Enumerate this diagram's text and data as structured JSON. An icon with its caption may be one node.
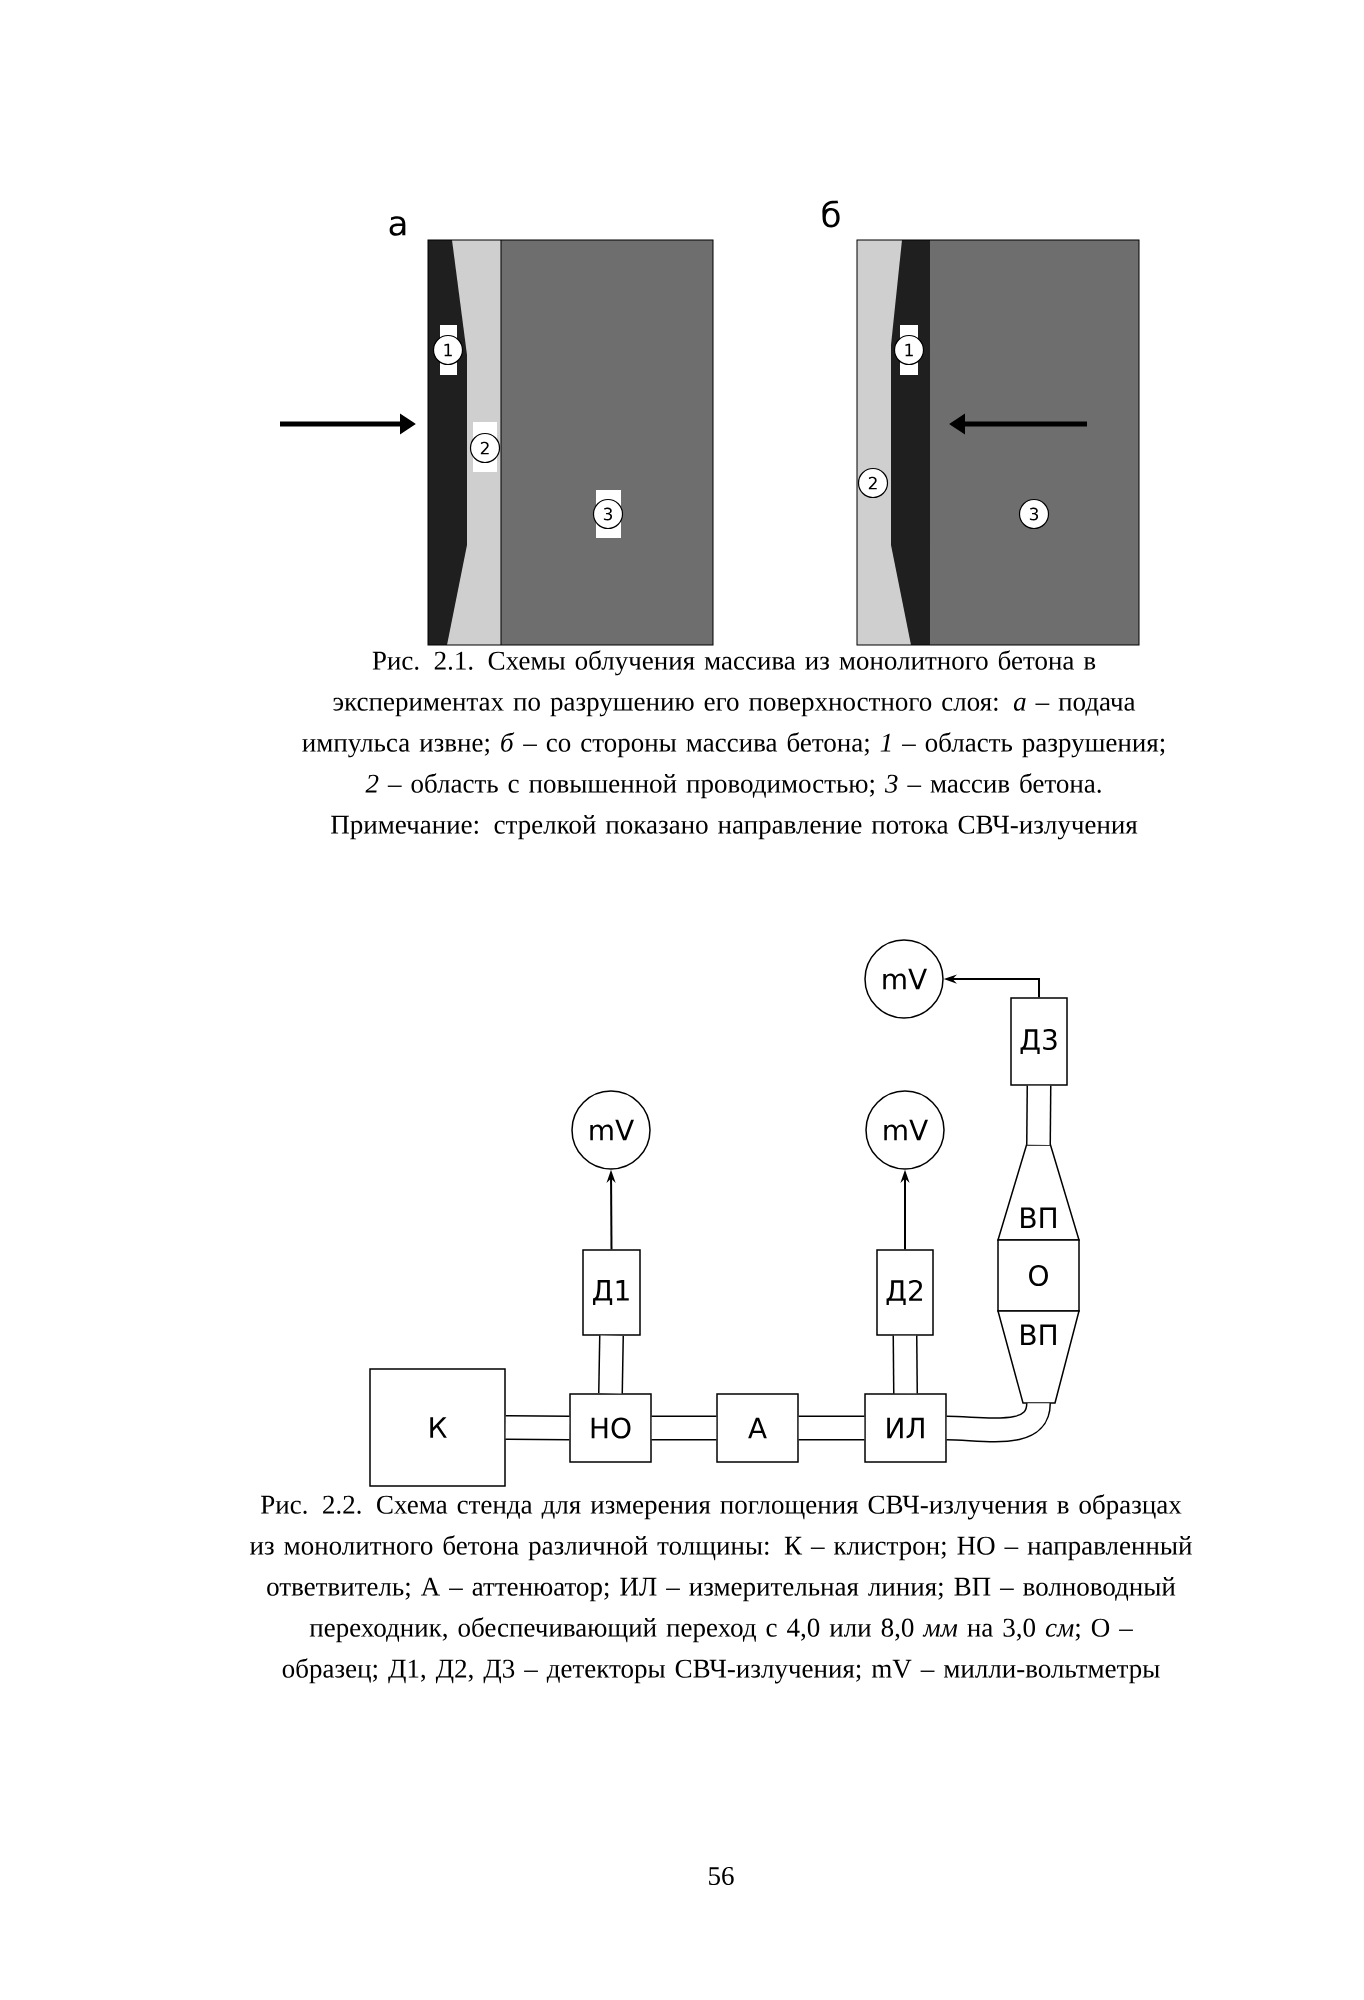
{
  "diagram": {
    "nodes": [
      {
        "text": [
          "1"
        ]
      },
      {
        "text": [
          "2"
        ]
      },
      {
        "text": [
          "3"
        ]
      },
      {
        "text": [
          "1"
        ]
      },
      {
        "text": [
          "2"
        ]
      },
      {
        "text": [
          "3"
        ]
      },
      {
        "text": [
          "mV"
        ]
      },
      {
        "text": [
          "Д3"
        ]
      },
      {
        "text": [
          "mV"
        ]
      },
      {
        "text": [
          "mV"
        ]
      },
      {
        "text": [
          "ВП"
        ]
      },
      {
        "text": [
          "О"
        ]
      },
      {
        "text": [
          "Д1"
        ]
      },
      {
        "text": [
          "Д2"
        ]
      },
      {
        "text": [
          "ВП"
        ]
      },
      {
        "text": [
          "К"
        ]
      },
      {
        "text": [
          "НО"
        ]
      },
      {
        "text": [
          "А"
        ]
      },
      {
        "text": [
          "ИЛ"
        ]
      }
    ],
    "edges": [
      {
        "from": 15,
        "to": 16,
        "arrow": "none"
      },
      {
        "from": 16,
        "to": 17,
        "arrow": "none"
      },
      {
        "from": 17,
        "to": 18,
        "arrow": "none"
      },
      {
        "from": 16,
        "to": 12,
        "arrow": "none"
      },
      {
        "from": 12,
        "to": 8,
        "arrow": "to"
      },
      {
        "from": 18,
        "to": 13,
        "arrow": "none"
      },
      {
        "from": 13,
        "to": 9,
        "arrow": "to"
      },
      {
        "from": 18,
        "to": 14,
        "arrow": "none"
      },
      {
        "from": 10,
        "to": 7,
        "arrow": "none"
      },
      {
        "from": 7,
        "to": 6,
        "arrow": "to"
      }
    ],
    "labels": [
      "а",
      "б",
      "Рис. 2.1. Схемы облучения массива из монолитного бетона в экспериментах по разрушению его поверхностного слоя: *а* – подача импульса извне; *б* – со стороны массива бетона; *1* – область разрушения; *2* – область с повышенной проводимостью; *3* – массив бетона. Примечание: стрелкой показано направление потока СВЧ-излучения",
      "Рис. 2.2. Схема стенда для измерения поглощения СВЧ-излучения в образцах из монолитного бетона различной толщины: К – клистрон; НО – направленный ответвитель; А – аттенюатор; ИЛ – измерительная линия; ВП – волноводный переходник, обеспечивающий переход с 4,0 или 8,0 *мм* на 3,0 *см*; О – образец; Д1, Д2, Д3 – детекторы СВЧ-излучения; mV – милли-вольтметры",
      "56"
    ]
  }
}
